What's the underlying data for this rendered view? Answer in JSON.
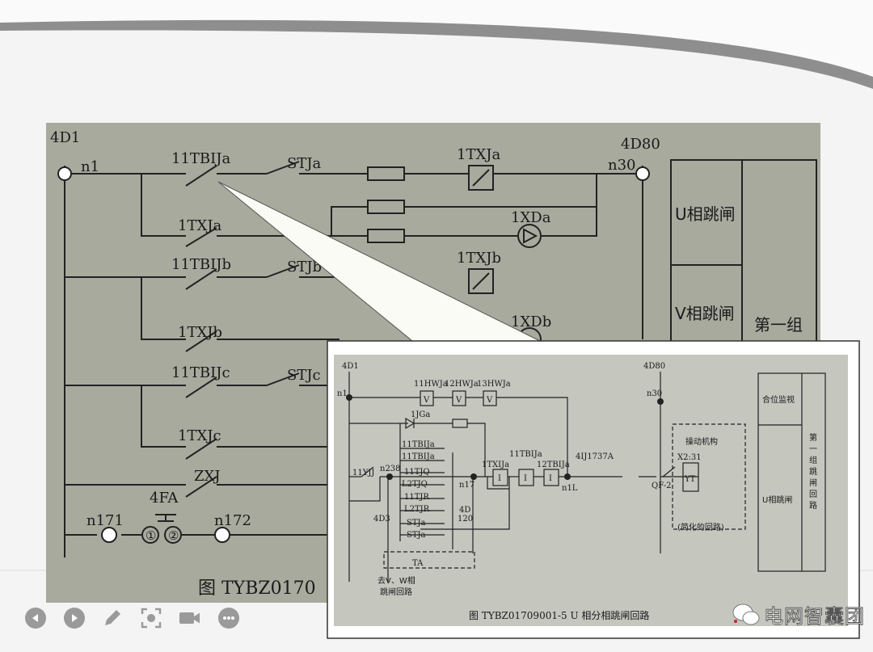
{
  "main_diagram": {
    "labels": {
      "d4d1": "4D1",
      "n1": "n1",
      "tbija": "11TBIJa",
      "stja": "STJa",
      "txja_coil": "1TXJa",
      "d4d80": "4D80",
      "n30": "n30",
      "xda": "1XDa",
      "txja": "1TXJa",
      "tbijb": "11TBIJb",
      "stjb": "STJb",
      "txjb_coil": "1TXJb",
      "xdb": "1XDb",
      "txjb": "1TXJb",
      "tbijc": "11TBIJc",
      "stjc": "STJc",
      "txjc": "1TXJc",
      "zxj": "ZXJ",
      "fa4": "4FA",
      "n171": "n171",
      "n172": "n172",
      "c1": "①",
      "c2": "②",
      "caption": "图 TYBZ0170",
      "u_trip": "U相跳闸",
      "v_trip": "V相跳闸",
      "group1": "第一组"
    }
  },
  "inset_diagram": {
    "labels": {
      "d4d1": "4D1",
      "n1": "n1",
      "hwj11": "11HWJa",
      "hwj12": "12HWJa",
      "hwj13": "13HWJa",
      "v": "V",
      "jga": "1JGa",
      "tbija1": "11TBIJa",
      "tbija2": "11TBIJa",
      "yjj": "11YJJ",
      "n238": "n238",
      "tjq": "11TJQ",
      "l2tjq": "L2TJQ",
      "tjr": "11TJR",
      "l2tjr": "L2TJR",
      "stja1": "STJa",
      "stja2": "STJa",
      "ta": "TA",
      "to_vw1": "去V、W相",
      "to_vw2": "跳闸回路",
      "n17": "n17",
      "d4d": "4D",
      "d120": "120",
      "d4d3": "4D3",
      "txija": "1TXIJa",
      "tbija_r": "11TBIJa",
      "tbija12": "12TBIJa",
      "i": "I",
      "ij": "4IJ1737A",
      "n1l": "n1L",
      "mech": "操动机构",
      "x2": "X2:31",
      "qf": "QF-2",
      "yt": "YT",
      "simpl": "(简化的回路)",
      "d4d80": "4D80",
      "n30": "n30",
      "close_mon": "合位监视",
      "u_trip": "U相跳闸",
      "group_vertical": [
        "第",
        "一",
        "组",
        "跳",
        "闸",
        "回",
        "路"
      ],
      "caption": "图 TYBZ01709001-5    U 相分相跳闸回路"
    }
  },
  "watermark": "电网智囊团",
  "toolbar": {
    "icons": [
      "previous-icon",
      "next-icon",
      "pen-icon",
      "screenshot-icon",
      "video-icon",
      "more-icon"
    ]
  },
  "colors": {
    "photo_bg": "#a8aa9e",
    "inset_bg": "#c5c6be",
    "control_gray": "#9a9a9a",
    "watermark_red": "#d0202a"
  }
}
